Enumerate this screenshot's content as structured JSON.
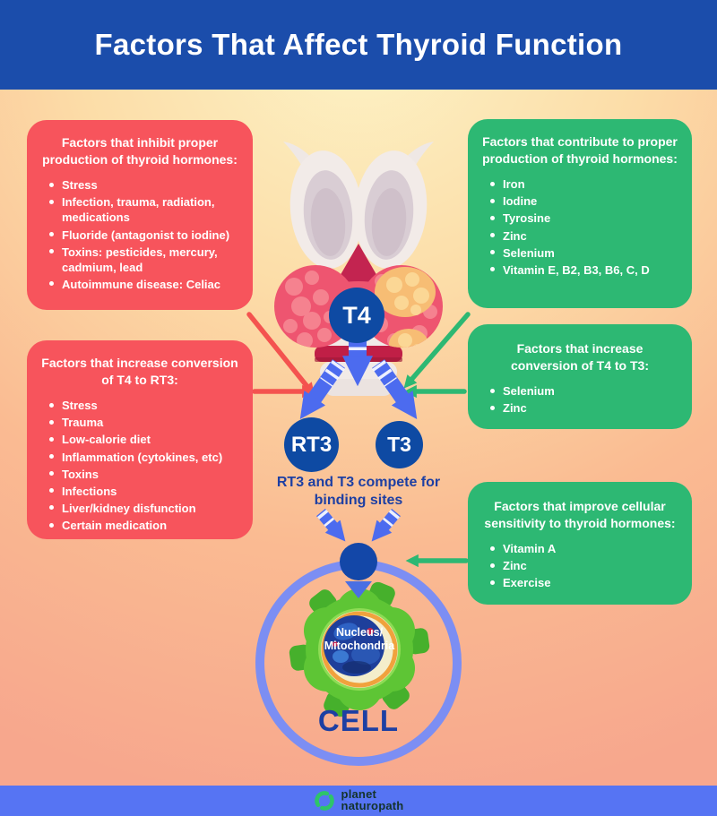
{
  "header": {
    "title": "Factors That Affect Thyroid Function"
  },
  "boxes": {
    "inhibit": {
      "title": "Factors that inhibit proper production of thyroid hormones:",
      "items": [
        "Stress",
        "Infection, trauma, radiation, medications",
        "Fluoride (antagonist to iodine)",
        "Toxins: pesticides, mercury, cadmium, lead",
        "Autoimmune disease: Celiac"
      ]
    },
    "increase_rt3": {
      "title": "Factors that increase conversion of T4 to RT3:",
      "items": [
        "Stress",
        "Trauma",
        "Low-calorie diet",
        "Inflammation (cytokines, etc)",
        "Toxins",
        "Infections",
        "Liver/kidney disfunction",
        "Certain medication"
      ]
    },
    "contribute": {
      "title": "Factors that contribute to proper production of thyroid hormones:",
      "items": [
        "Iron",
        "Iodine",
        "Tyrosine",
        "Zinc",
        "Selenium",
        "Vitamin E, B2, B3, B6, C, D"
      ]
    },
    "increase_t3": {
      "title": "Factors that increase conversion of T4 to T3:",
      "items": [
        "Selenium",
        "Zinc"
      ]
    },
    "sensitivity": {
      "title": "Factors that improve cellular sensitivity to thyroid hormones:",
      "items": [
        "Vitamin A",
        "Zinc",
        "Exercise"
      ]
    }
  },
  "diagram": {
    "t4_label": "T4",
    "rt3_label": "RT3",
    "t3_label": "T3",
    "compete_line1": "RT3 and T3 compete for",
    "compete_line2": "binding sites",
    "nucleus_line1": "Nucleus/",
    "nucleus_line2": "Mitochondria",
    "cell_label": "CELL"
  },
  "footer": {
    "brand_line1": "planet",
    "brand_line2": "naturopath"
  },
  "colors": {
    "header_bg": "#1b4dab",
    "red_box": "#f7545c",
    "green_box": "#2db873",
    "blue_arrow": "#4c6bef",
    "dark_circle": "#0e4aa3",
    "membrane": "#7c8ef3",
    "footer_bg": "#5674f3",
    "red_arrow": "#f4534f",
    "green_arrow": "#2db873",
    "note_text": "#1d3fa3",
    "logo_green": "#2ec46a"
  }
}
